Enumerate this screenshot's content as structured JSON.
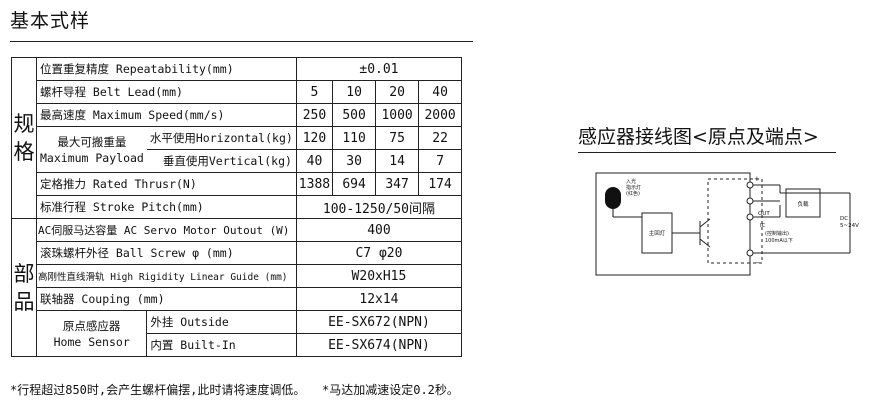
{
  "page_title": "基本式样",
  "spec": {
    "cat1": "规\n格",
    "cat2": "部\n品",
    "repeat_label": "位置重复精度 Repeatability(mm)",
    "repeat_value": "±0.01",
    "lead_label": "螺杆导程 Belt Lead(mm)",
    "leads": [
      "5",
      "10",
      "20",
      "40"
    ],
    "speed_label": "最高速度 Maximum Speed(mm/s)",
    "speeds": [
      "250",
      "500",
      "1000",
      "2000"
    ],
    "payload_label": "最大可搬重量\nMaximum Payload",
    "horiz_label": "水平使用Horizontal(kg)",
    "horiz_values": [
      "120",
      "110",
      "75",
      "22"
    ],
    "vert_label": "垂直使用Vertical(kg)",
    "vert_values": [
      "40",
      "30",
      "14",
      "7"
    ],
    "thrust_label": "定格推力 Rated Thrusr(N)",
    "thrust_values": [
      "1388",
      "694",
      "347",
      "174"
    ],
    "stroke_label": "标准行程 Stroke Pitch(mm)",
    "stroke_value": "100-1250/50间隔",
    "motor_label": "AC伺服马达容量 AC Servo Motor Outout (W)",
    "motor_value": "400",
    "screw_label": "滚珠螺杆外径 Ball Screw φ (mm)",
    "screw_value": "C7 φ20",
    "guide_label": "高刚性直线滑轨 High Rigidity Linear Guide (mm)",
    "guide_value": "W20xH15",
    "coupling_label": "联轴器 Couping (mm)",
    "coupling_value": "12x14",
    "home_label": "原点感应器\nHome Sensor",
    "outside_label": "外挂 Outside",
    "outside_value": "EE-SX672(NPN)",
    "builtin_label": "内置 Built-In",
    "builtin_value": "EE-SX674(NPN)"
  },
  "notes": {
    "note1": "*行程超过850时,会产生螺杆偏摆,此时请将速度调低。",
    "note2": "*马达加减速设定0.2秒。"
  },
  "wiring": {
    "title": "感应器接线图<原点及端点>",
    "lamp_label": "入光\n指示灯\n(红色)",
    "main_circuit": "主回灯",
    "load": "负载",
    "out": "OUT",
    "ic": "IC",
    "control_output": "(控制输出)\n100mA以下",
    "dc": "DC\n5~24V",
    "plus_mark": "+",
    "minus_mark": "−"
  }
}
